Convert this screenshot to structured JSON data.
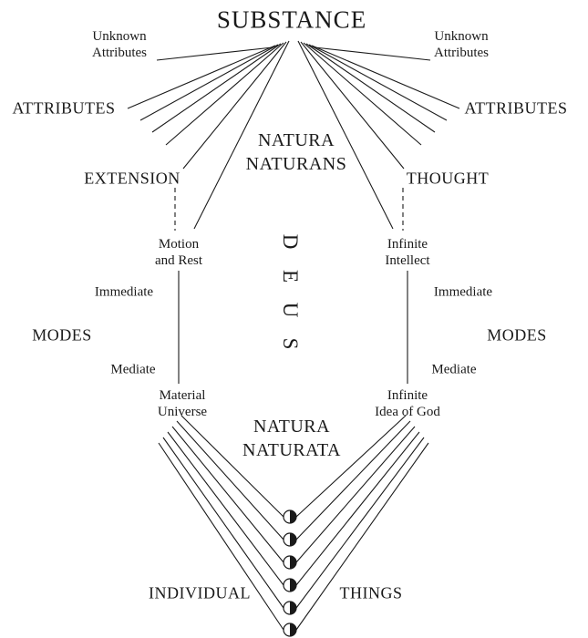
{
  "title": "SUBSTANCE",
  "center": {
    "naturans_1": "NATURA",
    "naturans_2": "NATURANS",
    "deus": [
      "D",
      "E",
      "U",
      "S"
    ],
    "naturata_1": "NATURA",
    "naturata_2": "NATURATA"
  },
  "left": {
    "unknown_1": "Unknown",
    "unknown_2": "Attributes",
    "attributes": "ATTRIBUTES",
    "extension": "EXTENSION",
    "mode_first_1": "Motion",
    "mode_first_2": "and Rest",
    "immediate": "Immediate",
    "modes": "MODES",
    "mediate": "Mediate",
    "mode_mediate_1": "Material",
    "mode_mediate_2": "Universe"
  },
  "right": {
    "unknown_1": "Unknown",
    "unknown_2": "Attributes",
    "attributes": "ATTRIBUTES",
    "thought": "THOUGHT",
    "mode_first_1": "Infinite",
    "mode_first_2": "Intellect",
    "immediate": "Immediate",
    "modes": "MODES",
    "mediate": "Mediate",
    "mode_mediate_1": "Infinite",
    "mode_mediate_2": "Idea of God"
  },
  "bottom": {
    "individual": "INDIVIDUAL",
    "things": "THINGS"
  }
}
